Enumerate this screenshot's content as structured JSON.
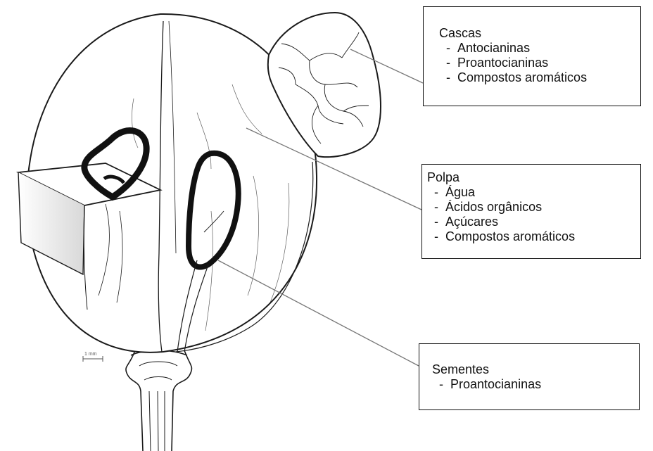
{
  "callouts": {
    "cascas": {
      "title": "Cascas",
      "items": [
        "Antocianinas",
        "Proantocianinas",
        "Compostos aromáticos"
      ]
    },
    "polpa": {
      "title": "Polpa",
      "items": [
        "Água",
        "Ácidos orgânicos",
        "Açúcares",
        "Compostos aromáticos"
      ]
    },
    "sementes": {
      "title": "Sementes",
      "items": [
        "Proantocianinas"
      ]
    }
  },
  "illustration": {
    "subject": "grape-berry-cross-section",
    "scale_label": "1 mm",
    "colors": {
      "ink": "#1a1a1a",
      "connector": "#777777",
      "background": "#ffffff"
    }
  }
}
